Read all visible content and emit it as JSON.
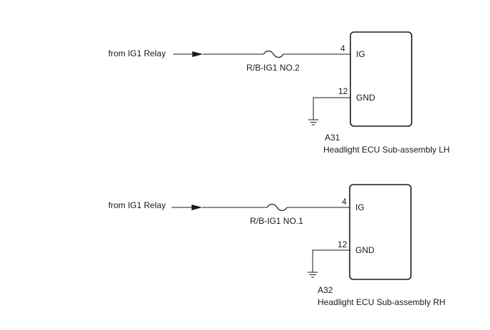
{
  "circuits": [
    {
      "source_label": "from IG1 Relay",
      "fuse_label": "R/B-IG1 NO.2",
      "pin_ig_number": "4",
      "pin_ig_label": "IG",
      "pin_gnd_number": "12",
      "pin_gnd_label": "GND",
      "connector_code": "A31",
      "component_name": "Headlight ECU Sub-assembly LH"
    },
    {
      "source_label": "from IG1 Relay",
      "fuse_label": "R/B-IG1 NO.1",
      "pin_ig_number": "4",
      "pin_ig_label": "IG",
      "pin_gnd_number": "12",
      "pin_gnd_label": "GND",
      "connector_code": "A32",
      "component_name": "Headlight ECU Sub-assembly RH"
    }
  ]
}
